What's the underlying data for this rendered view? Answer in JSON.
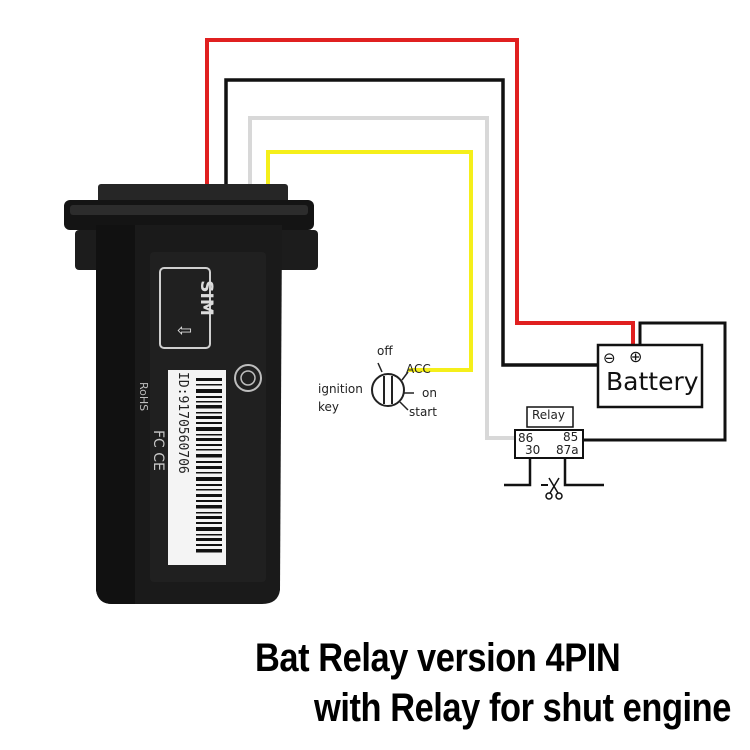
{
  "caption": {
    "line1": "Bat Relay version  4PIN",
    "line2": "with Relay for shut engine"
  },
  "device": {
    "sim_label": "SIM",
    "id_text": "ID:9170560706",
    "rohs": "RoHS",
    "fc": "FC CE"
  },
  "ignition": {
    "label_line1": "ignition",
    "label_line2": "key",
    "off": "off",
    "acc": "ACC",
    "on": "on",
    "start": "start"
  },
  "battery": {
    "label": "Battery",
    "minus": "⊖",
    "plus": "⊕"
  },
  "relay": {
    "title": "Relay",
    "pin86": "86",
    "pin85": "85",
    "pin30": "30",
    "pin87a": "87a"
  },
  "colors": {
    "wire_red": "#e02020",
    "wire_black": "#111111",
    "wire_white": "#d8d8d8",
    "wire_yellow": "#f5ef1a",
    "device_body": "#1a1a1a"
  }
}
